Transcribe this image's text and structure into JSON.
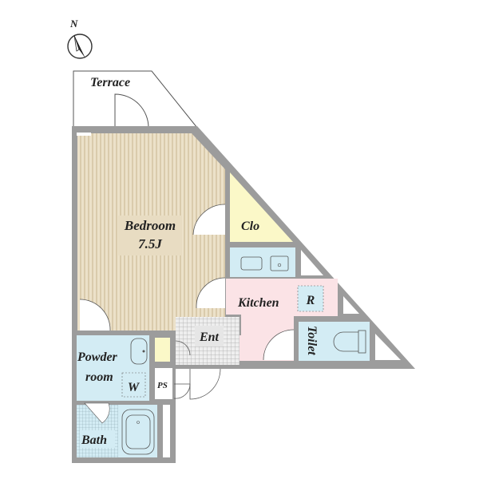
{
  "compass": {
    "north_label": "N"
  },
  "rooms": {
    "terrace": "Terrace",
    "bedroom": "Bedroom",
    "bedroom_size": "7.5J",
    "closet": "Clo",
    "kitchen": "Kitchen",
    "refrigerator": "R",
    "toilet": "Toilet",
    "entrance": "Ent",
    "powder_room_line1": "Powder",
    "powder_room_line2": "room",
    "washer": "W",
    "pipe_space": "PS",
    "bath": "Bath"
  },
  "colors": {
    "wall": "#9c9c9c",
    "bedroom_floor": "#e8dcc2",
    "closet": "#fbf8c8",
    "kitchen": "#fbe3e6",
    "wet_area": "#d3ecf4",
    "entrance_tile": "#e6e6e6"
  }
}
